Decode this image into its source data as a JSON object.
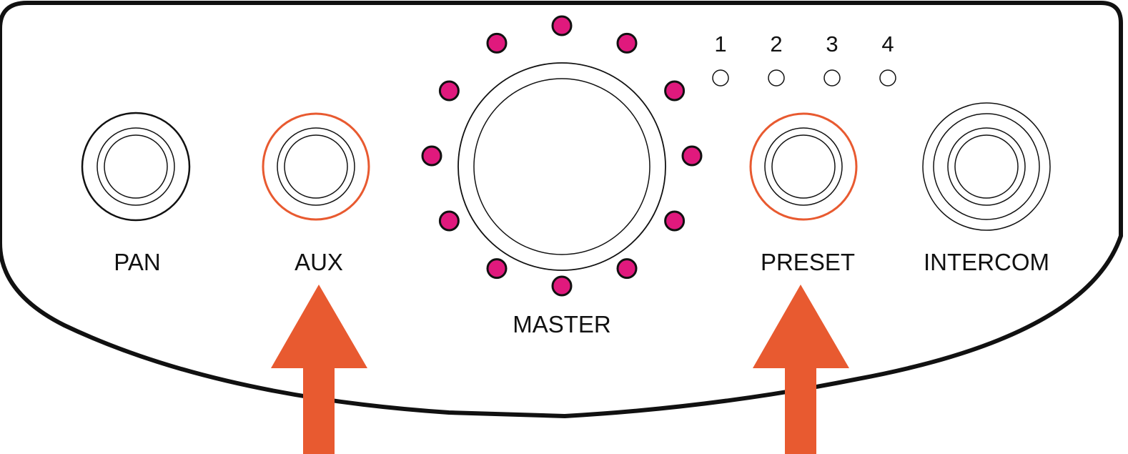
{
  "panel": {
    "controls": {
      "pan": {
        "label": "PAN",
        "highlighted": false
      },
      "aux": {
        "label": "AUX",
        "highlighted": true
      },
      "master": {
        "label": "MASTER",
        "led_count": 12
      },
      "preset": {
        "label": "PRESET",
        "highlighted": true
      },
      "intercom": {
        "label": "INTERCOM",
        "highlighted": false
      }
    },
    "preset_indicators": {
      "numbers": [
        "1",
        "2",
        "3",
        "4"
      ]
    },
    "callouts": [
      {
        "points_to": "aux-button",
        "icon": "arrow-up-icon"
      },
      {
        "points_to": "preset-button",
        "icon": "arrow-up-icon"
      }
    ]
  },
  "colors": {
    "outline": "#111111",
    "highlight": "#e85a30",
    "led": "#e0197d",
    "arrow": "#e85a30"
  }
}
